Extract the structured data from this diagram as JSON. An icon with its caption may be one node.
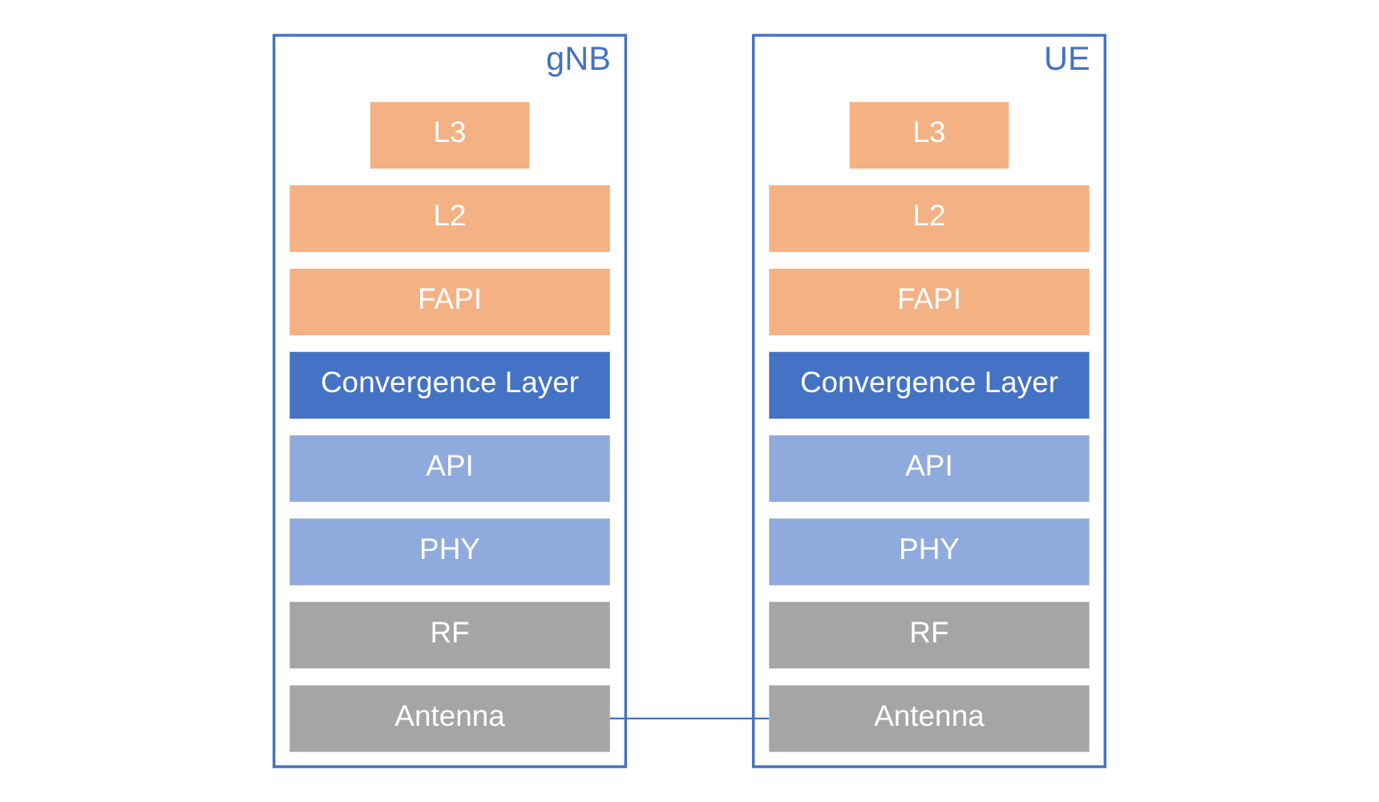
{
  "diagram": {
    "nodes": [
      {
        "text": [
          "gNB"
        ]
      },
      {
        "text": [
          "L3"
        ],
        "in": 0
      },
      {
        "text": [
          "L2"
        ],
        "in": 0
      },
      {
        "text": [
          "FAPI"
        ],
        "in": 0
      },
      {
        "text": [
          "Convergence Layer"
        ],
        "in": 0
      },
      {
        "text": [
          "API"
        ],
        "in": 0
      },
      {
        "text": [
          "PHY"
        ],
        "in": 0
      },
      {
        "text": [
          "RF"
        ],
        "in": 0
      },
      {
        "text": [
          "Antenna"
        ],
        "in": 0
      },
      {
        "text": [
          "UE"
        ]
      },
      {
        "text": [
          "L3"
        ],
        "in": 9
      },
      {
        "text": [
          "L2"
        ],
        "in": 9
      },
      {
        "text": [
          "FAPI"
        ],
        "in": 9
      },
      {
        "text": [
          "Convergence Layer"
        ],
        "in": 9
      },
      {
        "text": [
          "API"
        ],
        "in": 9
      },
      {
        "text": [
          "PHY"
        ],
        "in": 9
      },
      {
        "text": [
          "RF"
        ],
        "in": 9
      },
      {
        "text": [
          "Antenna"
        ],
        "in": 9
      }
    ],
    "edges": [
      {
        "from": 8,
        "to": 17,
        "arrow": "none"
      }
    ]
  }
}
